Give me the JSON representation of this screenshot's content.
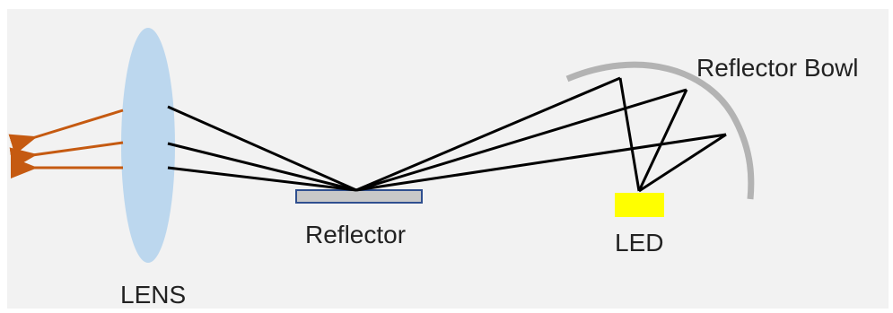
{
  "labels": {
    "lens": "LENS",
    "reflector": "Reflector",
    "led": "LED",
    "reflector_bowl": "Reflector Bowl"
  },
  "colors": {
    "background": "#f2f2f2",
    "lens_fill": "#bcd7ee",
    "reflector_fill": "#c8c8c8",
    "reflector_border": "#2f4f8f",
    "led_fill": "#ffff00",
    "bowl_stroke": "#b3b3b3",
    "ray_stroke": "#000000",
    "output_ray": "#c55a11"
  }
}
